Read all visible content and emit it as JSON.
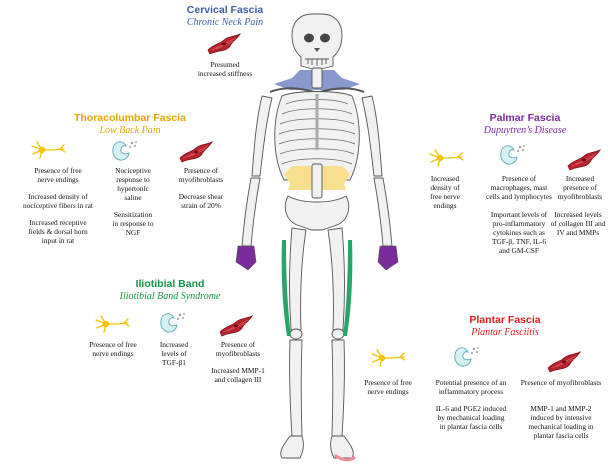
{
  "colors": {
    "cervical": "#3c5fa7",
    "thoracolumbar": "#e6a600",
    "palmar": "#7b2aa0",
    "iliotibial": "#129646",
    "plantar": "#e01b1b",
    "highlight_cervical": "#6f86c4",
    "highlight_thoracolumbar": "#f5dd88",
    "highlight_palmar": "#7a2c9c",
    "highlight_iliotibial": "#2aa56a",
    "highlight_plantar": "#ec8a95"
  },
  "cervical": {
    "title": "Cervical Fascia",
    "subtitle": "Chronic Neck Pain",
    "notes": [
      "Presumed\nincreased stiffness"
    ]
  },
  "thoracolumbar": {
    "title": "Thoracolumbar Fascia",
    "subtitle": "Low Back Pain",
    "col1": [
      "Presence of free\nnerve endings",
      "Increased density of\nnociceptive fibers in rat",
      "Increased receptive\nfields & dorsal horn\ninput in rat"
    ],
    "col2": [
      "Nociceptive\nresponse to\nhypertonic\nsaline",
      "Sensitization\nin response to\nNGF"
    ],
    "col3": [
      "Presence of\nmyofibroblasts",
      "Decrease shear\nstrain of 20%"
    ]
  },
  "palmar": {
    "title": "Palmar Fascia",
    "subtitle": "Dupuytren’s Disease",
    "col1": [
      "Increased\ndensity of\nfree nerve\nendings"
    ],
    "col2": [
      "Presence of\nmacrophages, mast\ncells and lymphocytes",
      "Important levels of\npro-inflammatory\ncytokines such as\nTGF-β, TNF, IL-6\nand GM-CSF"
    ],
    "col3": [
      "Increased\npresence of\nmyofibroblasts",
      "Increased levels\nof collagen III and\nIV and MMPs"
    ]
  },
  "iliotibial": {
    "title": "Iliotibial Band",
    "subtitle": "Iliotibial Band Syndrome",
    "col1": [
      "Presence of free\nnerve endings"
    ],
    "col2": [
      "Increased\nlevels of\nTGF-β1"
    ],
    "col3": [
      "Presence of\nmyofibroblasts",
      "Increased MMP-1\nand collagen III"
    ]
  },
  "plantar": {
    "title": "Plantar Fascia",
    "subtitle": "Plantar Fasciitis",
    "col1": [
      "Presence of free\nnerve endings"
    ],
    "col2": [
      "Potential presence of an\ninflammatory process",
      "IL-6 and PGE2 induced\nby mechanical loading\nin plantar fascia cells"
    ],
    "col3": [
      "Presence of myofibroblasts",
      "MMP-1 and MMP-2\ninduced by intensive\nmechanical loading in\nplantar fascia cells"
    ]
  },
  "icons": {
    "nerve": "nerve-ending-icon",
    "macrophage": "immune-cell-icon",
    "myofibroblast": "myofibroblast-icon"
  }
}
